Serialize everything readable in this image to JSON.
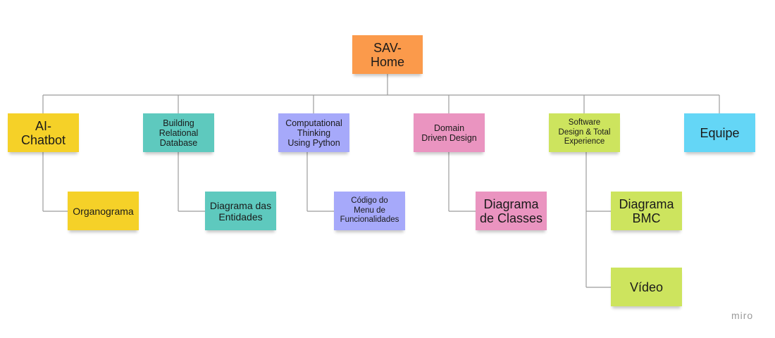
{
  "diagram": {
    "root": {
      "label": "SAV-\nHome",
      "color": "#fb9a4b"
    },
    "branches": [
      {
        "label": "AI-\nChatbot",
        "color": "#f5d128",
        "children": [
          {
            "label": "Organograma",
            "color": "#f5d128"
          }
        ]
      },
      {
        "label": "Building\nRelational\nDatabase",
        "color": "#5ec9be",
        "children": [
          {
            "label": "Diagrama das\nEntidades",
            "color": "#5ec9be"
          }
        ]
      },
      {
        "label": "Computational\nThinking\nUsing Python",
        "color": "#a6a9fa",
        "children": [
          {
            "label": "Código do\nMenu de\nFuncionalidades",
            "color": "#a6a9fa"
          }
        ]
      },
      {
        "label": "Domain\nDriven Design",
        "color": "#ea94c0",
        "children": [
          {
            "label": "Diagrama\nde Classes",
            "color": "#ea94c0"
          }
        ]
      },
      {
        "label": "Software\nDesign & Total\nExperience",
        "color": "#cde45e",
        "children": [
          {
            "label": "Diagrama\nBMC",
            "color": "#cde45e"
          },
          {
            "label": "Vídeo",
            "color": "#cde45e"
          }
        ]
      },
      {
        "label": "Equipe",
        "color": "#64d6f6",
        "children": []
      }
    ]
  },
  "watermark": "miro"
}
